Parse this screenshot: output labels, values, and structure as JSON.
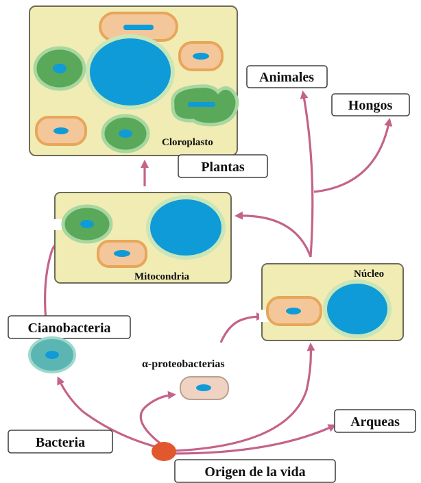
{
  "labels": {
    "cloroplasto": "Cloroplasto",
    "plantas": "Plantas",
    "animales": "Animales",
    "hongos": "Hongos",
    "mitocondria": "Mitocondria",
    "nucleo": "Núcleo",
    "cianobacteria": "Cianobacteria",
    "alfa_proteobacterias": "α-proteobacterias",
    "bacteria": "Bacteria",
    "arqueas": "Arqueas",
    "origen": "Origen de la vida"
  },
  "colors": {
    "arrow": "#c46389",
    "cell": "#f1ecb4",
    "nucleus": "#0f9bd7",
    "chloroplast": "#5aa85a",
    "mitochondrion": "#f3c79a",
    "cyanobacterium": "#5bb6b3",
    "proteobacterium": "#f0d2c2",
    "origin": "#e2582e"
  }
}
